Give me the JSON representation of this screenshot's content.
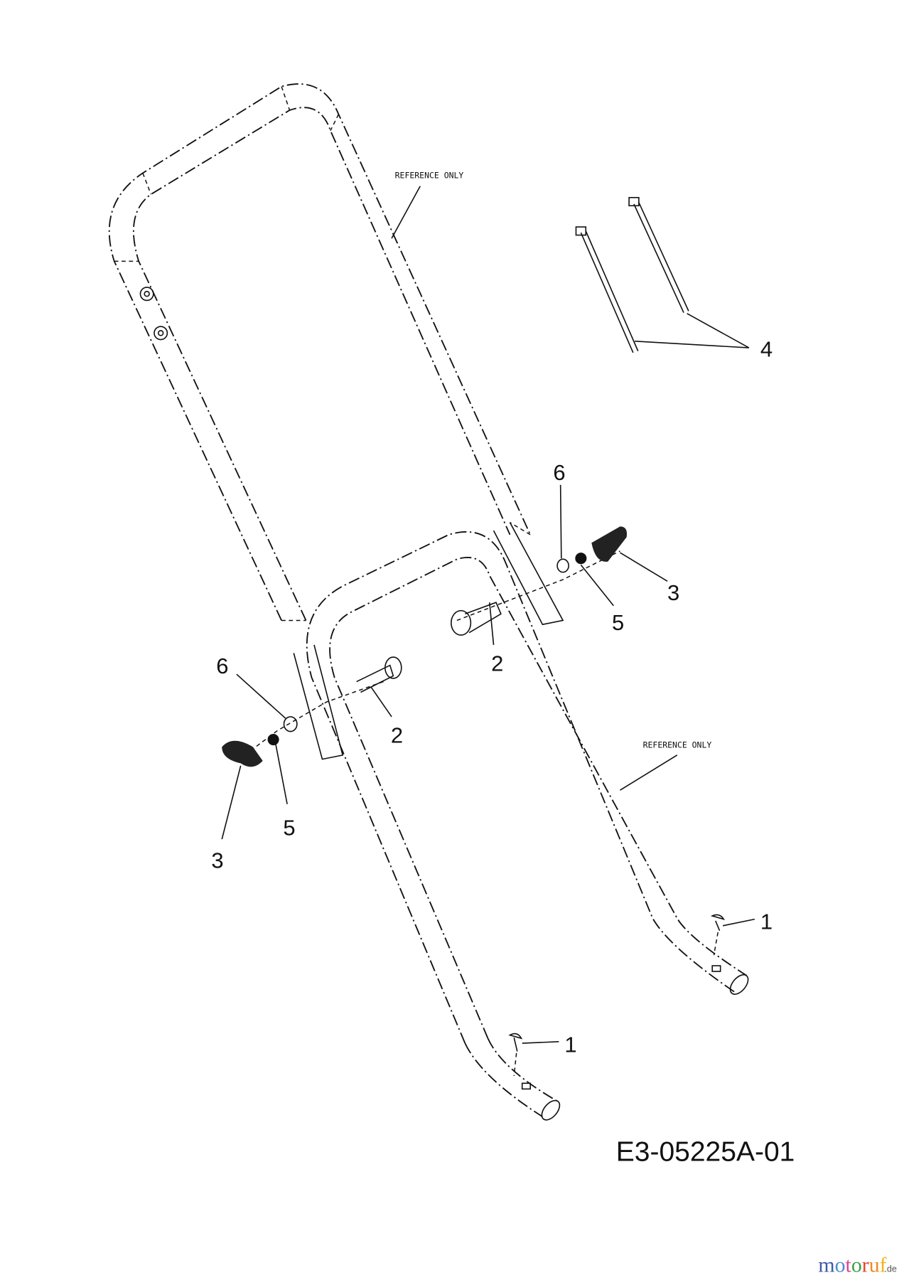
{
  "diagram": {
    "part_code": "E3-05225A-01",
    "reference_labels": [
      "REFERENCE ONLY",
      "REFERENCE ONLY"
    ],
    "callouts": {
      "screw_right": "1",
      "screw_left": "1",
      "bolt_right": "2",
      "bolt_left": "2",
      "knob_right": "3",
      "knob_left": "3",
      "cable_ties": "4",
      "lock_washer_right": "5",
      "lock_washer_left": "5",
      "washer_right": "6",
      "washer_left": "6"
    },
    "watermark": {
      "main": "motoruf",
      "suffix": ".de"
    }
  },
  "colors": {
    "line": "#111111",
    "background": "#ffffff",
    "wm_m": "#3b5bab",
    "wm_o1": "#4a8fcf",
    "wm_t": "#e0458f",
    "wm_o2": "#3aa14a",
    "wm_r": "#e2452c",
    "wm_u": "#f08a1c",
    "wm_f": "#f2b21b"
  }
}
